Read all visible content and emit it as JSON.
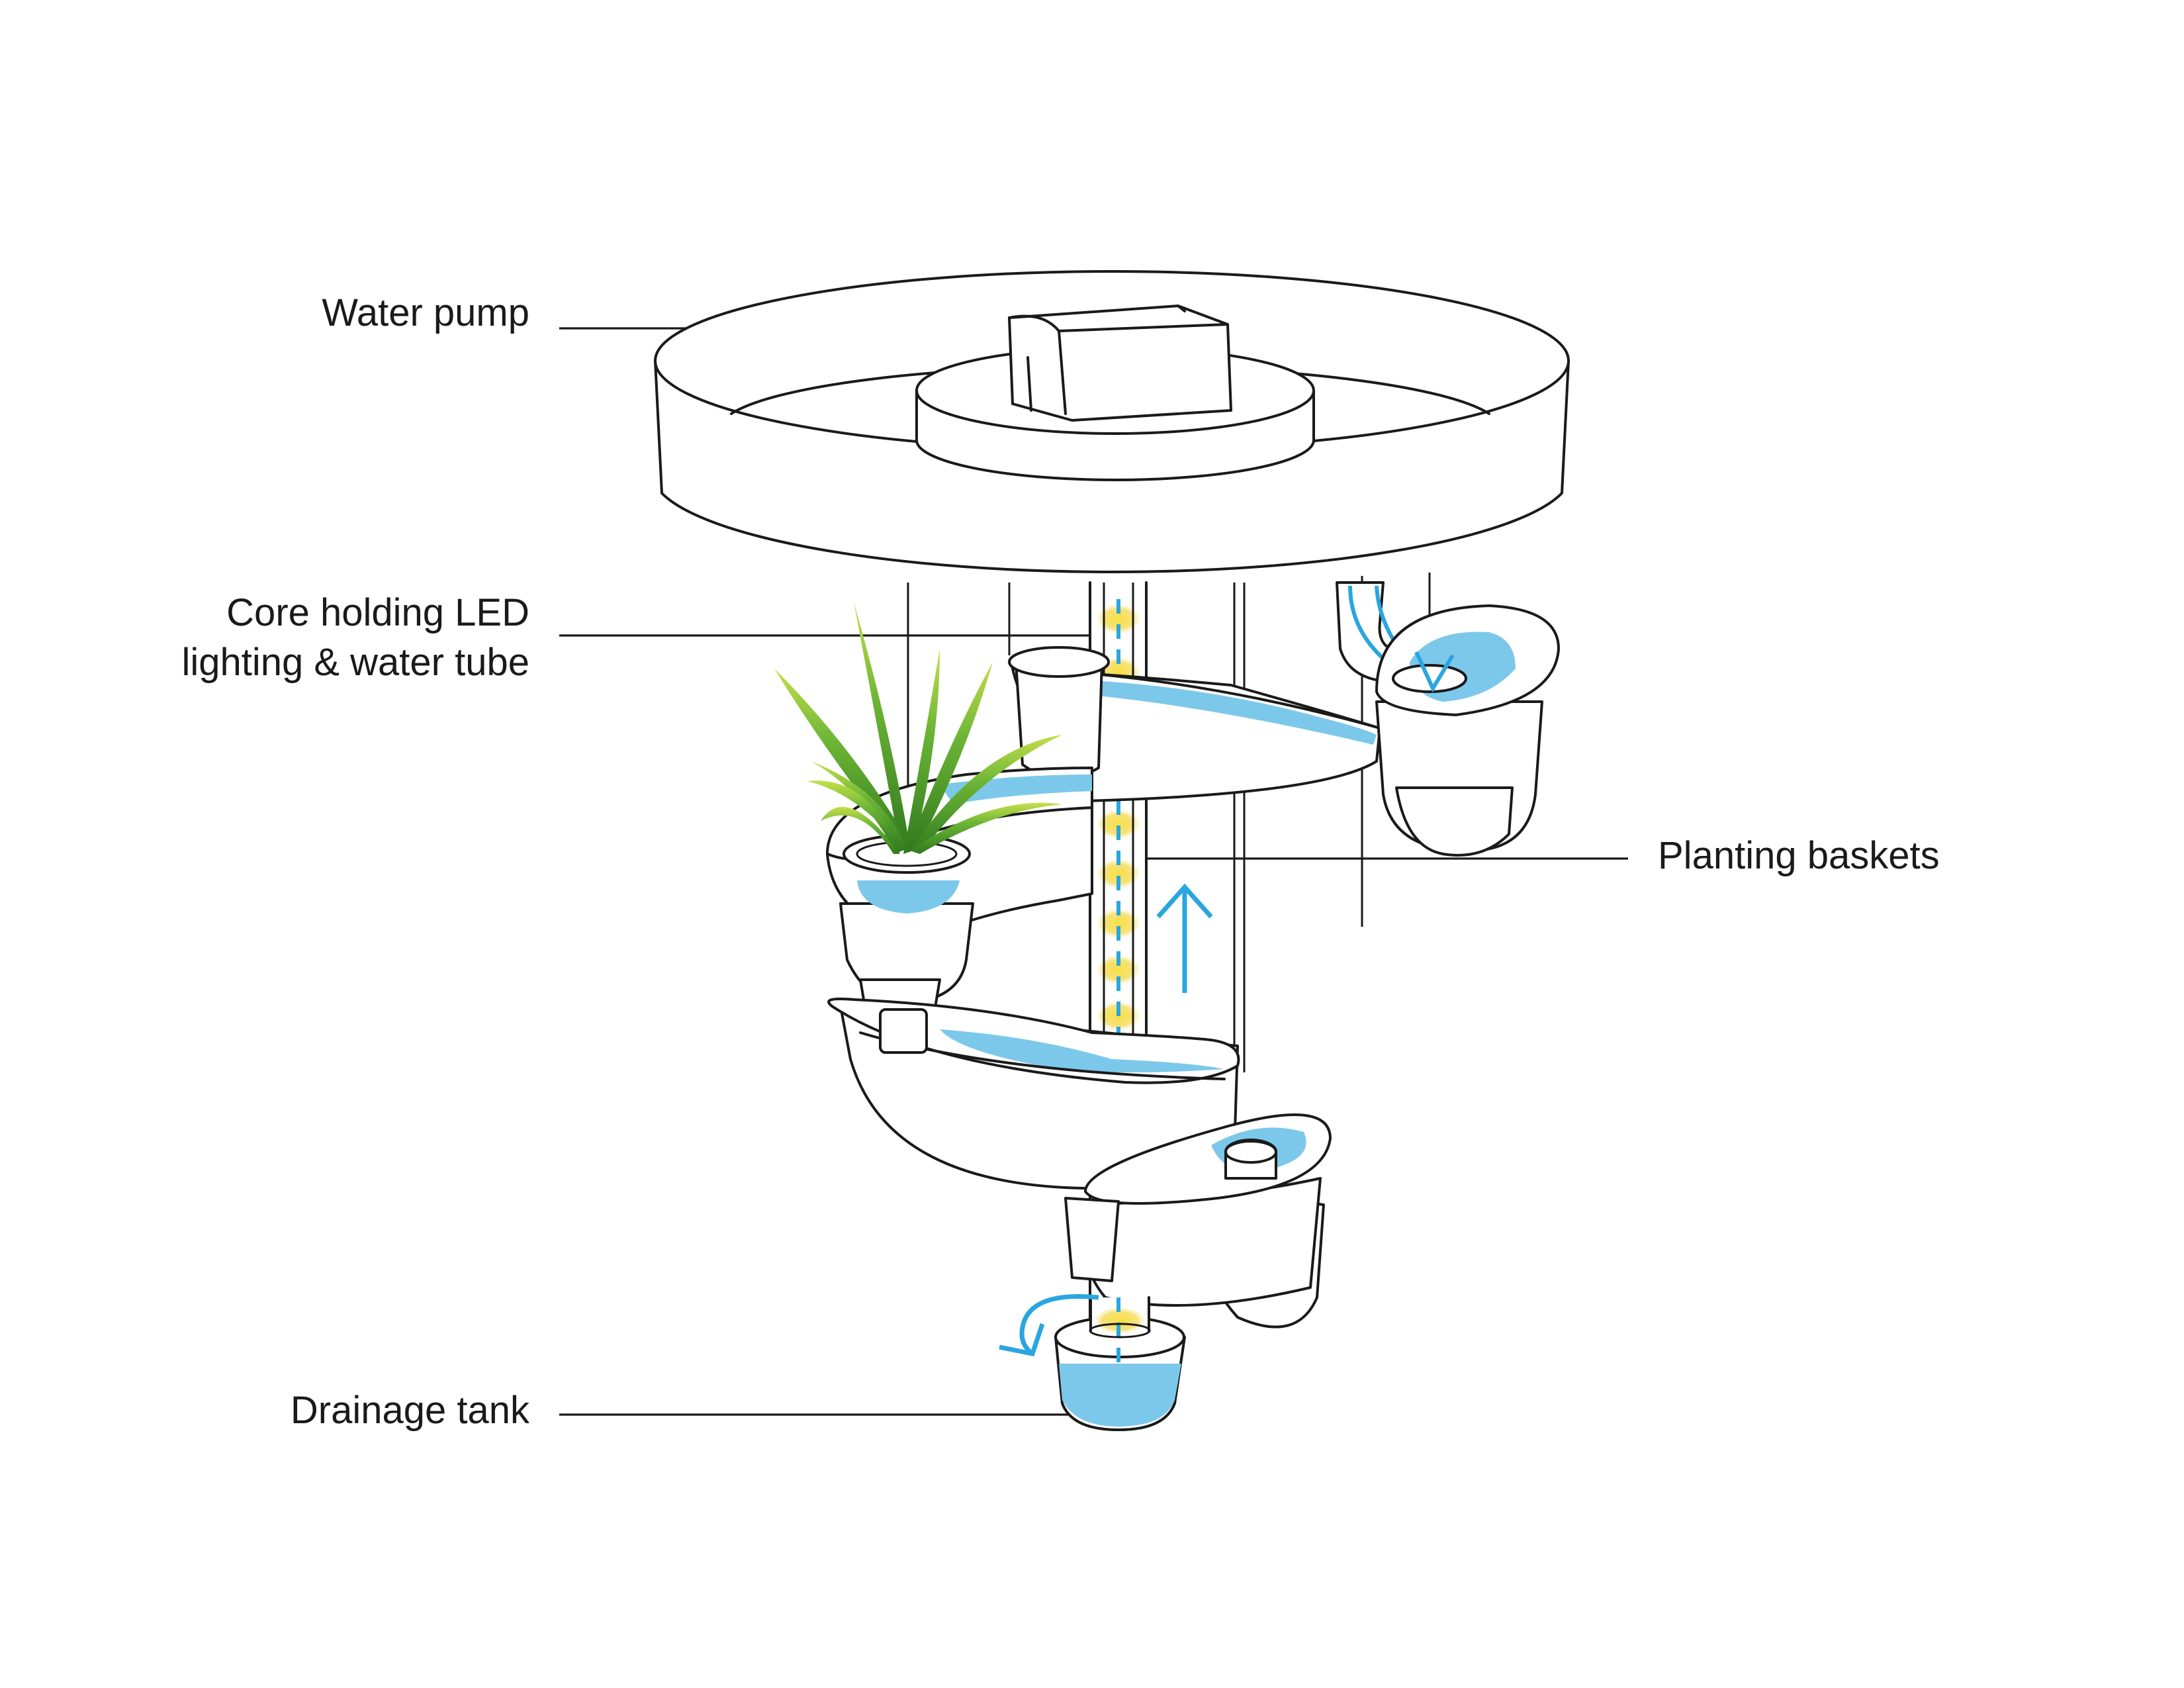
{
  "labels": {
    "water_pump": "Water pump",
    "core_line1": "Core holding LED",
    "core_line2": "lighting & water tube",
    "planting_baskets": "Planting baskets",
    "drainage_tank": "Drainage tank"
  },
  "colors": {
    "water": "#7cc8ea",
    "flow_arrow": "#2aa6df",
    "led_yellow": "#f5d94a",
    "plant_green": "#5aa82c",
    "outline": "#1a1a1a"
  }
}
